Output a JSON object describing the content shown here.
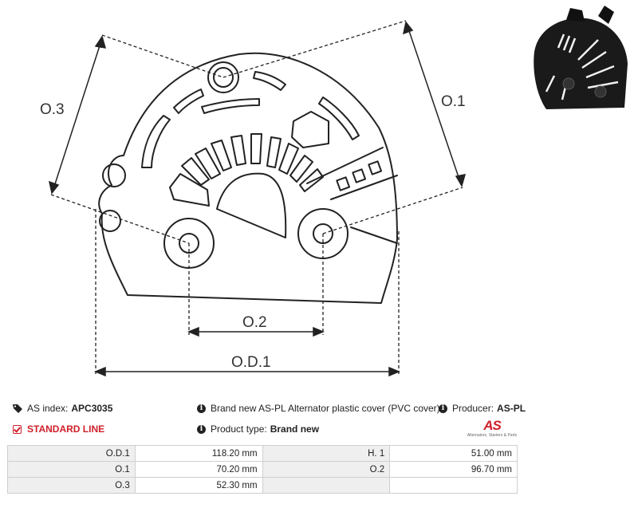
{
  "diagram": {
    "labels": {
      "o3": "O.3",
      "o1": "O.1",
      "o2": "O.2",
      "od1": "O.D.1"
    }
  },
  "info": {
    "as_index_label": "AS index:",
    "as_index_value": "APC3035",
    "line_label": "STANDARD LINE",
    "description": "Brand new AS-PL Alternator plastic cover (PVC cover)",
    "product_type_label": "Product type:",
    "product_type_value": "Brand new",
    "producer_label": "Producer:",
    "producer_value": "AS-PL"
  },
  "logo": {
    "mark": "AS",
    "tagline": "Alternators, Starters & Parts"
  },
  "colors": {
    "brand_red": "#d0202a",
    "table_key_bg": "#efefef",
    "line": "#222222"
  },
  "specs": [
    {
      "k1": "O.D.1",
      "v1": "118.20 mm",
      "k2": "H. 1",
      "v2": "51.00 mm"
    },
    {
      "k1": "O.1",
      "v1": "70.20 mm",
      "k2": "O.2",
      "v2": "96.70 mm"
    },
    {
      "k1": "O.3",
      "v1": "52.30 mm",
      "k2": "",
      "v2": ""
    }
  ]
}
